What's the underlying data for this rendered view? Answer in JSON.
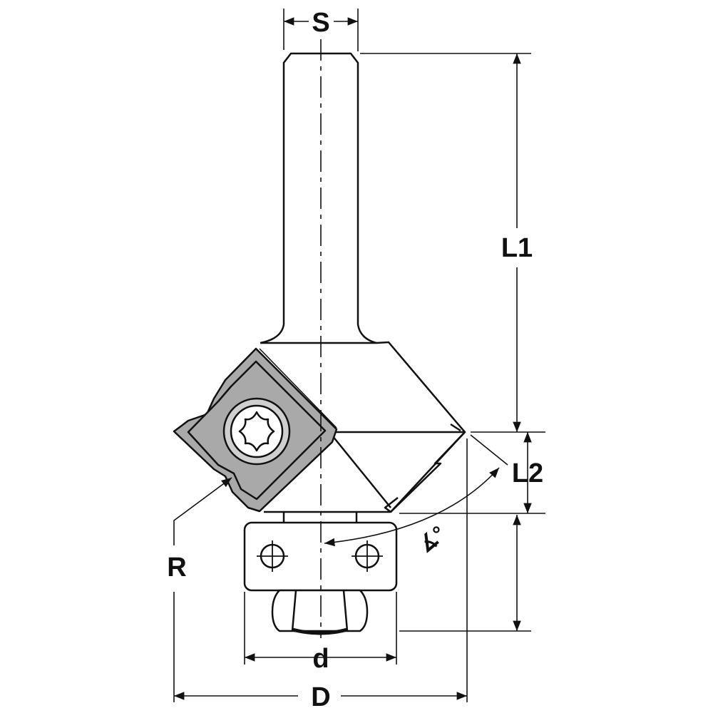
{
  "diagram": {
    "labels": {
      "shank_diameter": "S",
      "overall_length": "L1",
      "cutting_length": "L2",
      "radius": "R",
      "angle": "∡°",
      "bearing_diameter": "d",
      "cutting_diameter": "D"
    },
    "colors": {
      "line": "#111111",
      "insert_fill": "#a9a9a9",
      "screw_ring": "#cfcfcf",
      "background": "#ffffff"
    }
  }
}
